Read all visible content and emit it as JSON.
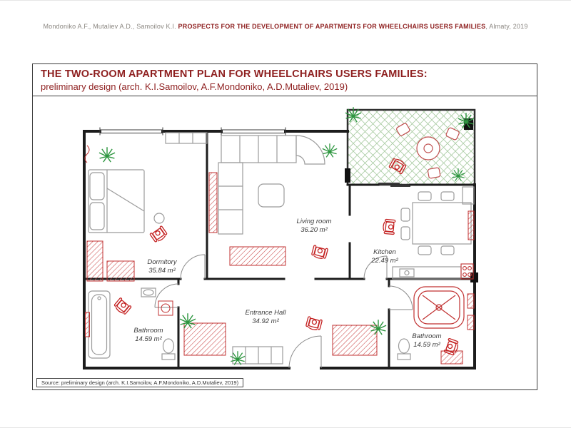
{
  "header": {
    "authors": "Mondoniko A.F., Mutaliev A.D., Samoilov K.I. ",
    "emphasis": "PROSPECTS FOR THE DEVELOPMENT OF APARTMENTS FOR WHEELCHAIRS USERS FAMILIES",
    "suffix": ", Almaty, 2019"
  },
  "panel": {
    "title": "THE TWO-ROOM APARTMENT PLAN FOR WHEELCHAIRS USERS FAMILIES:",
    "subtitle": "preliminary design (arch. K.I.Samoilov, A.F.Mondoniko, A.D.Mutaliev, 2019)",
    "source": "Source: preliminary design (arch. K.I.Samoilov, A.F.Mondoniko, A.D.Mutaliev, 2019)"
  },
  "rooms": {
    "dormitory": {
      "name": "Dormitory",
      "area": "35.84 m²"
    },
    "living": {
      "name": "Living room",
      "area": "36.20 m²"
    },
    "kitchen": {
      "name": "Kitchen",
      "area": "22.49 m²"
    },
    "hall": {
      "name": "Entrance Hall",
      "area": "34.92 m²"
    },
    "bathroom_left": {
      "name": "Bathroom",
      "area": "14.59 m²"
    },
    "bathroom_right": {
      "name": "Bathroom",
      "area": "14.59 m²"
    }
  },
  "colors": {
    "accent": "#8e1f1f",
    "symbol_red": "#c42323",
    "furniture_red": "#c03030",
    "plant_green": "#2e9640",
    "wall": "#1c1c1c"
  }
}
